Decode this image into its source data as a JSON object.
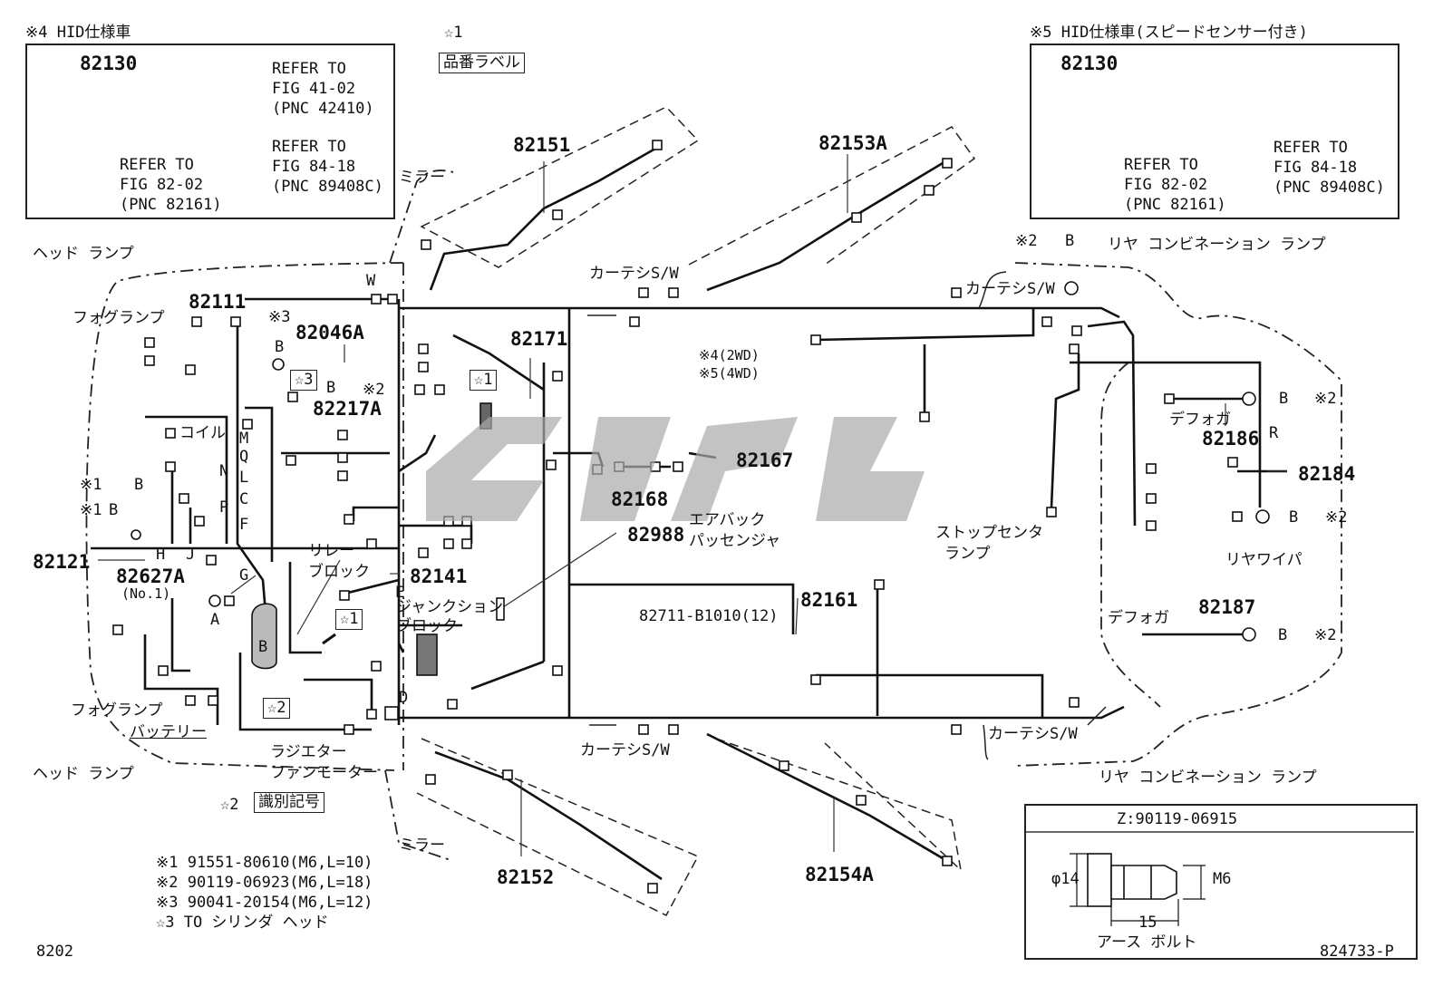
{
  "insets": {
    "hid4": {
      "header": "※4 HID仕様車",
      "part": "82130",
      "refs": [
        "REFER TO",
        "FIG 41-02",
        "(PNC 42410)",
        "REFER TO",
        "FIG 84-18",
        "(PNC 89408C)",
        "REFER TO",
        "FIG 82-02",
        "(PNC 82161)"
      ]
    },
    "hid5": {
      "header": "※5 HID仕様車(スピードセンサー付き)",
      "part": "82130",
      "refs": [
        "REFER TO",
        "FIG 84-18",
        "(PNC 89408C)",
        "REFER TO",
        "FIG 82-02",
        "(PNC 82161)"
      ]
    },
    "bolt": {
      "header": "Z:90119-06915",
      "dia": "φ14",
      "thread": "M6",
      "length": "15",
      "caption": "アース ボルト"
    }
  },
  "label_star1": {
    "mark": "☆1",
    "text": "品番ラベル"
  },
  "parts": {
    "p82151": "82151",
    "p82153A": "82153A",
    "p82111": "82111",
    "p82046A": "82046A",
    "p82217A": "82217A",
    "p82171": "82171",
    "p82167": "82167",
    "p82168": "82168",
    "p82988": "82988",
    "p82141": "82141",
    "p82121": "82121",
    "p82627A": "82627A",
    "p82627A_no": "(No.1)",
    "p82161": "82161",
    "p82711": "82711-B1010(12)",
    "p82186": "82186",
    "p82184": "82184",
    "p82187": "82187",
    "p82152": "82152",
    "p82154A": "82154A"
  },
  "labels": {
    "mirror_top": "ミラー",
    "mirror_bottom": "ミラー",
    "headlamp_top": "ヘッド ランプ",
    "headlamp_bottom": "ヘッド ランプ",
    "foglamp_top": "フォグランプ",
    "foglamp_bottom": "フォグランプ",
    "coil": "コイル",
    "relay1": "リレー",
    "relay2": "ブロック",
    "airbag1": "エアバック",
    "airbag2": "パッセンジャ",
    "junction1": "ジャンクション",
    "junction2": "ブロック",
    "battery": "バッテリー",
    "radiator1": "ラジエター",
    "radiator2": "ファンモーター",
    "courtesy1": "カーテシS/W",
    "courtesy2": "カーテシS/W",
    "courtesy3": "カーテシS/W",
    "courtesy4": "カーテシS/W",
    "rear_combo_top": "リヤ コンビネーション ランプ",
    "rear_combo_bottom": "リヤ コンビネーション ランプ",
    "stop1": "ストップセンタ",
    "stop2": "ランプ",
    "defog1": "デフォガ",
    "defog2": "デフォガ",
    "rear_wiper": "リヤワイパ",
    "wd2": "※4(2WD)",
    "wd5": "※5(4WD)",
    "star2_text": "識別記号",
    "star2_mark": "☆2",
    "note1": "※1 91551-80610(M6,L=10)",
    "note2": "※2 90119-06923(M6,L=18)",
    "note3": "※3 90041-20154(M6,L=12)",
    "note4": "☆3 TO シリンダ ヘッド",
    "fig_left": "8202",
    "fig_right": "824733-P"
  },
  "markers": {
    "star1": "☆1",
    "star2": "☆2",
    "star3": "☆3",
    "ref1": "※1",
    "ref2": "※2",
    "ref3": "※3",
    "B": "B",
    "R": "R",
    "W": "W",
    "A": "A",
    "D": "D",
    "E": "E",
    "letters": [
      "M",
      "Q",
      "L",
      "N",
      "C",
      "P",
      "F",
      "H",
      "J",
      "G"
    ]
  }
}
